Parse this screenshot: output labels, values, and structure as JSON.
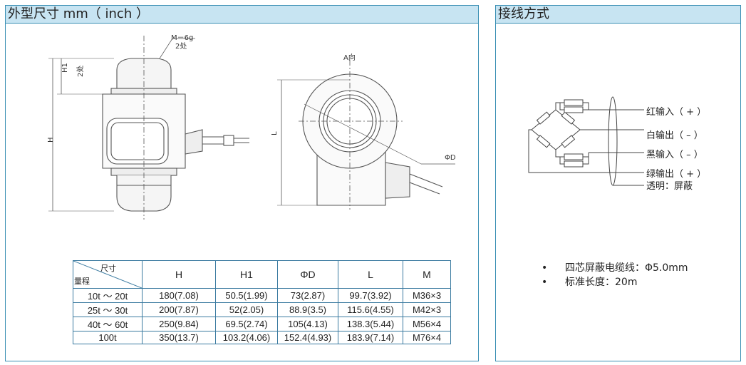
{
  "left_panel": {
    "title": "外型尺寸 mm（ inch ）",
    "front_view": {
      "thread_label": "M－6g",
      "thread_count": "2处",
      "h1_label": "H1",
      "h1_count": "2处",
      "h_label": "H"
    },
    "side_view": {
      "view_label": "A向",
      "l_label": "L",
      "diameter_label": "ΦD"
    },
    "table": {
      "corner_top": "尺寸",
      "corner_bottom": "量程",
      "headers": [
        "H",
        "H1",
        "ΦD",
        "L",
        "M"
      ],
      "rows": [
        [
          "10t ～ 20t",
          "180(7.08)",
          "50.5(1.99)",
          "73(2.87)",
          "99.7(3.92)",
          "M36×3"
        ],
        [
          "25t ～ 30t",
          "200(7.87)",
          "52(2.05)",
          "88.9(3.5)",
          "115.6(4.55)",
          "M42×3"
        ],
        [
          "40t ～ 60t",
          "250(9.84)",
          "69.5(2.74)",
          "105(4.13)",
          "138.3(5.44)",
          "M56×4"
        ],
        [
          "100t",
          "350(13.7)",
          "103.2(4.06)",
          "152.4(4.93)",
          "183.9(7.14)",
          "M76×4"
        ]
      ]
    }
  },
  "right_panel": {
    "title": "接线方式",
    "wires": [
      "红输入（ + ）",
      "白输出（ – ）",
      "黑输入（ – ）",
      "绿输出（ + ）",
      "透明：屏蔽"
    ],
    "notes": [
      {
        "bullet": "•",
        "text": "四芯屏蔽电缆线：Φ5.0mm"
      },
      {
        "bullet": "•",
        "text": "标准长度：20m"
      }
    ]
  },
  "colors": {
    "border": "#3a8fb4",
    "header_bg": "#c7e4f2"
  }
}
